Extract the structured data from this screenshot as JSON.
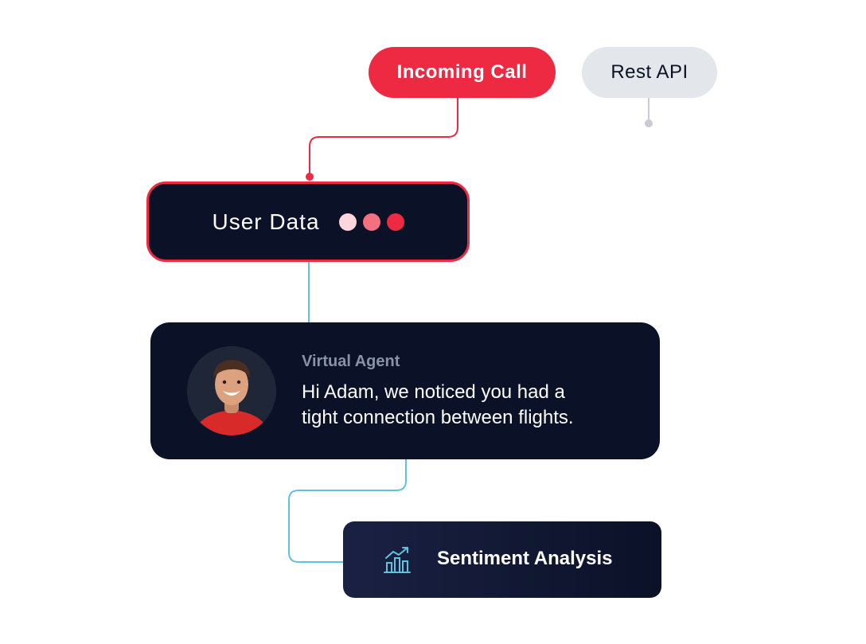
{
  "nodes": {
    "incoming_call": {
      "label": "Incoming Call"
    },
    "rest_api": {
      "label": "Rest API"
    },
    "user_data": {
      "label": "User Data",
      "dot_colors": [
        "#fcd6dc",
        "#f5707f",
        "#ee2a43"
      ]
    },
    "virtual_agent": {
      "name": "Virtual Agent",
      "message_lines": [
        "Hi Adam, we noticed you had a",
        "tight connection between flights."
      ],
      "avatar_icon": "user-avatar"
    },
    "sentiment_analysis": {
      "label": "Sentiment Analysis",
      "icon": "chart-growth-icon"
    }
  },
  "colors": {
    "accent_red": "#ee2a43",
    "node_dark": "#0b1127",
    "connector_blue": "#5fc3df",
    "connector_gray": "#c9ccd2",
    "pill_gray": "#e3e6ea"
  }
}
